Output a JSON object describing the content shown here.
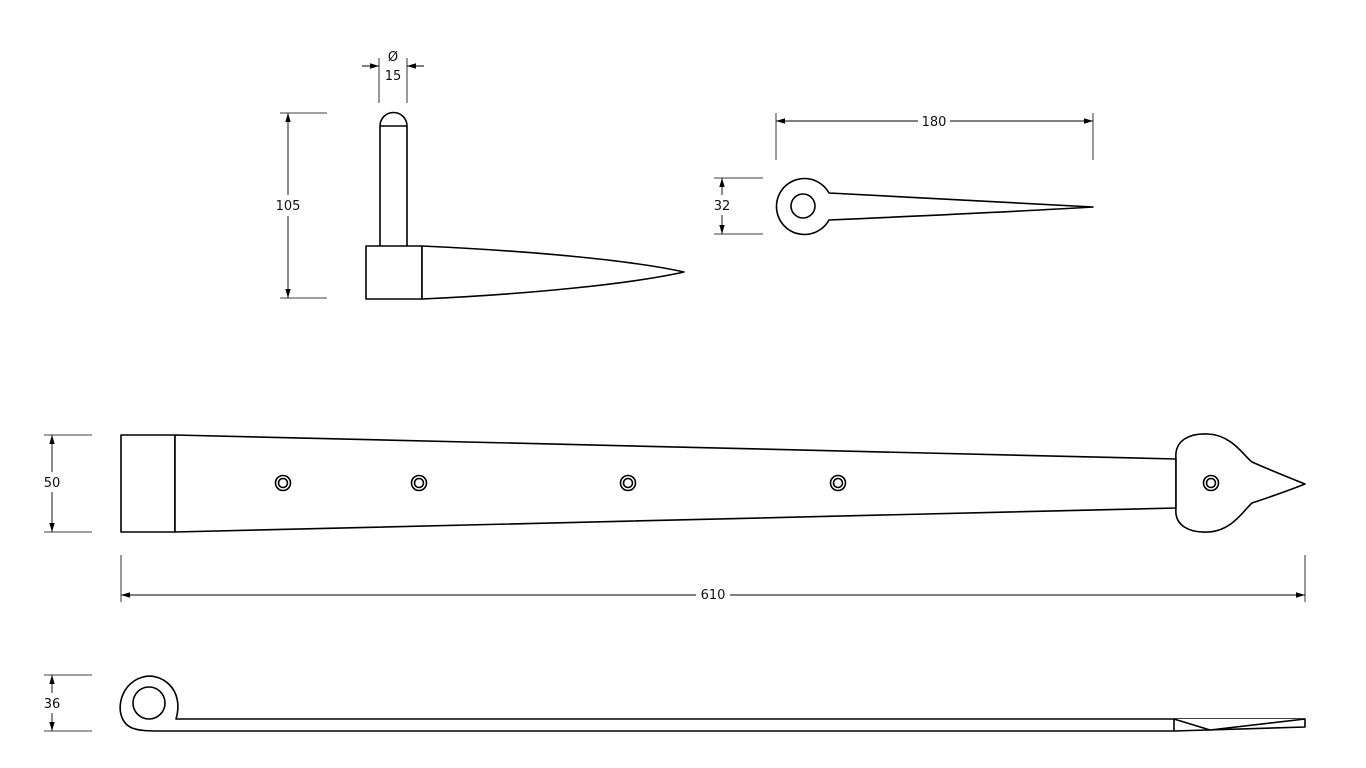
{
  "drawing": {
    "line_color": "#000000",
    "background": "#ffffff",
    "dimensions": {
      "pintle_diameter_symbol": "Ø",
      "pintle_diameter": "15",
      "pintle_height": "105",
      "strap_eye_length": "180",
      "strap_eye_width": "32",
      "strap_width": "50",
      "strap_length": "610",
      "strap_thickness": "36"
    }
  }
}
